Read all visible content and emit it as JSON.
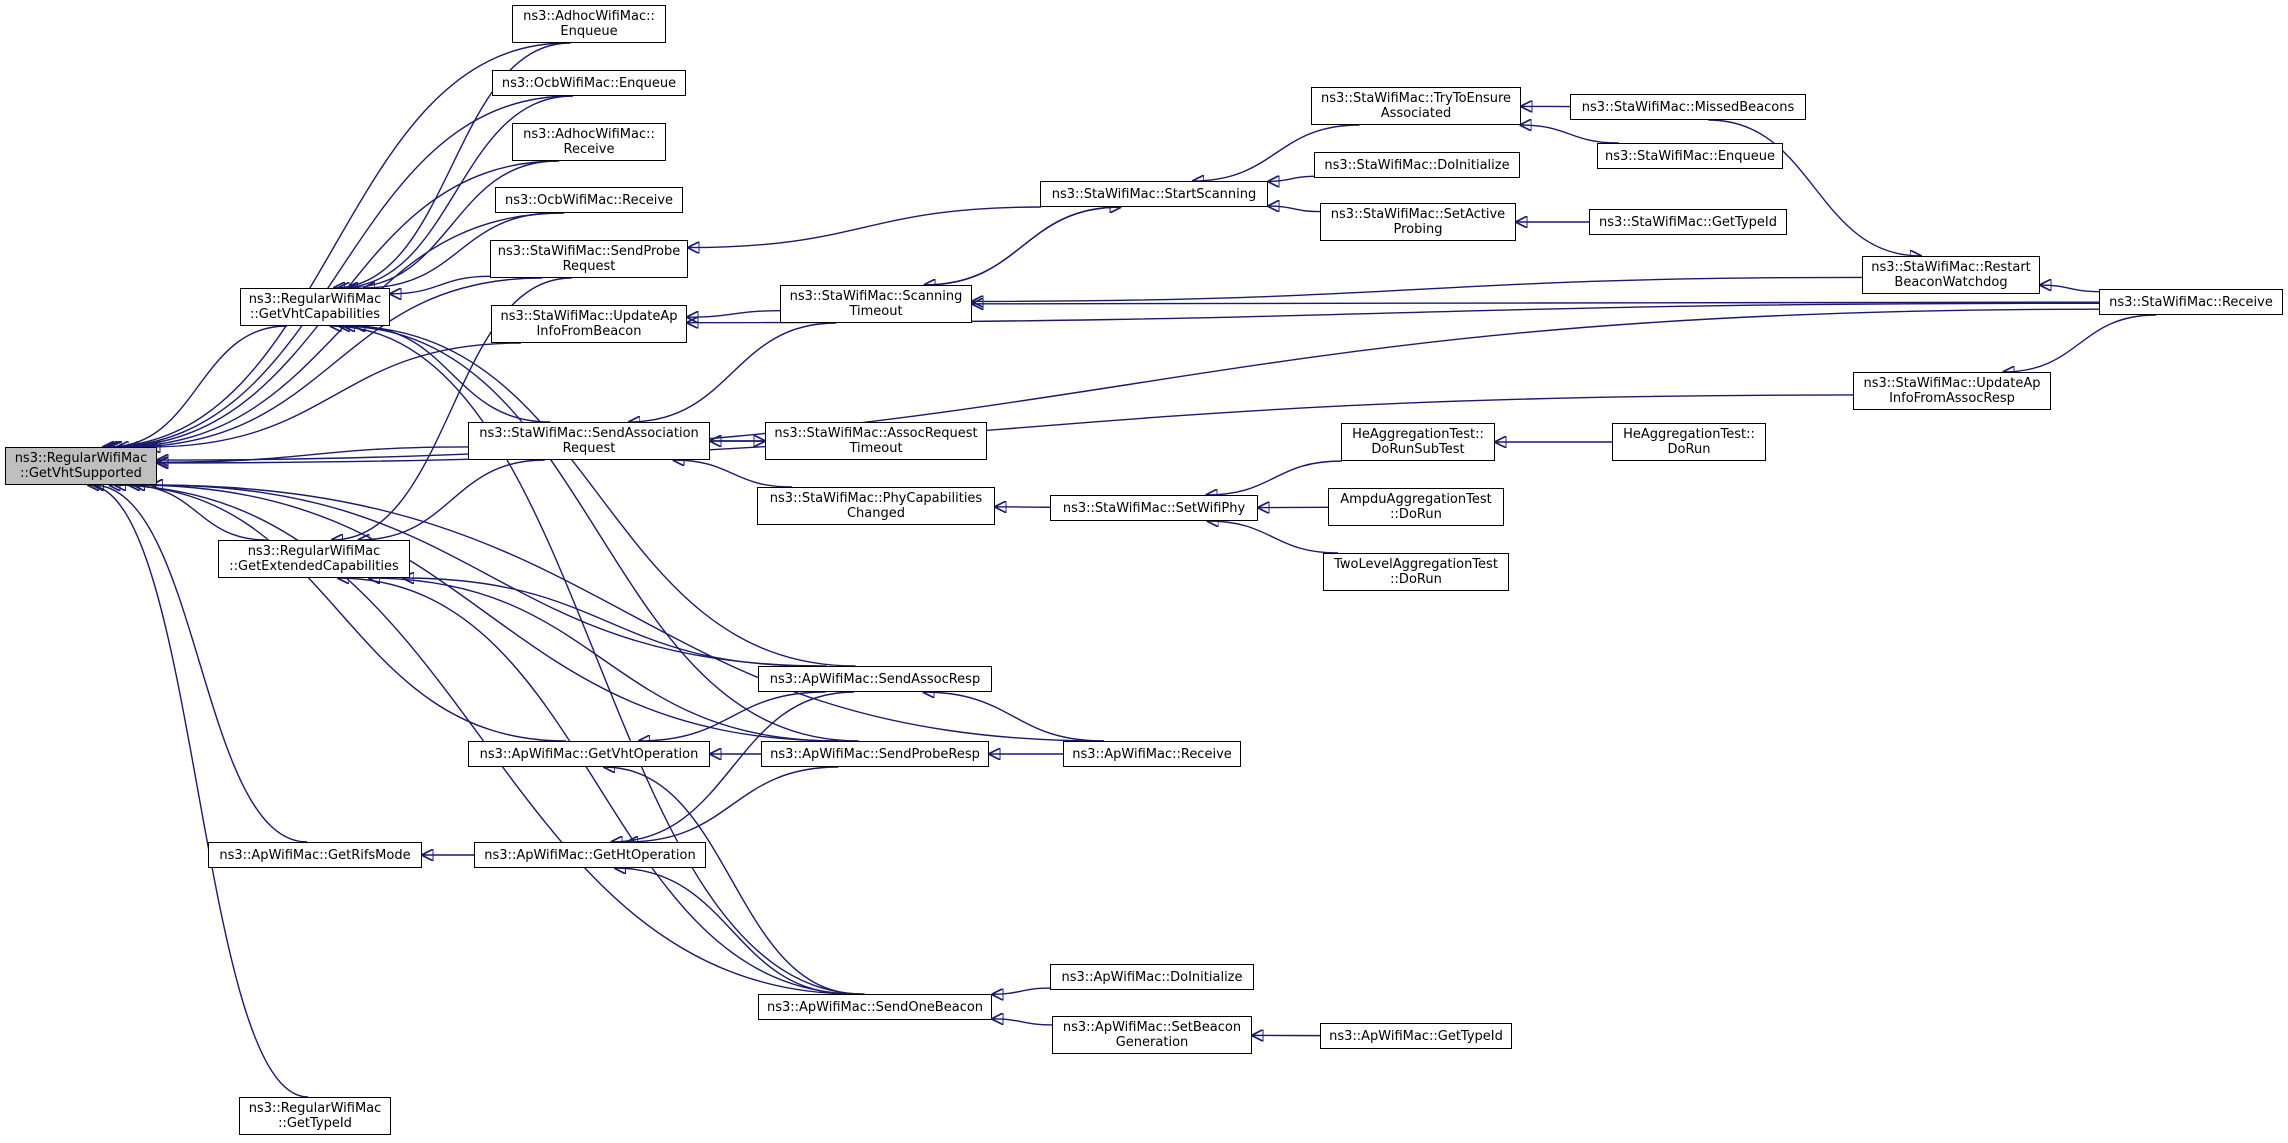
{
  "colors": {
    "edge": "#191970",
    "root_fill": "#bfbfbf",
    "node_fill": "#ffffff",
    "node_border": "#000000"
  },
  "nodes": {
    "n_root": [
      "ns3::RegularWifiMac",
      "::GetVhtSupported"
    ],
    "n_getvhtcap": [
      "ns3::RegularWifiMac",
      "::GetVhtCapabilities"
    ],
    "n_getextcap": [
      "ns3::RegularWifiMac",
      "::GetExtendedCapabilities"
    ],
    "n_regtypeid": [
      "ns3::RegularWifiMac",
      "::GetTypeId"
    ],
    "n_adhocenq": [
      "ns3::AdhocWifiMac::",
      "Enqueue"
    ],
    "n_ocbenq": [
      "ns3::OcbWifiMac::Enqueue"
    ],
    "n_adhocrecv": [
      "ns3::AdhocWifiMac::",
      "Receive"
    ],
    "n_ocbrecv": [
      "ns3::OcbWifiMac::Receive"
    ],
    "n_sendprobe": [
      "ns3::StaWifiMac::SendProbe",
      "Request"
    ],
    "n_updateapbeacon": [
      "ns3::StaWifiMac::UpdateAp",
      "InfoFromBeacon"
    ],
    "n_sendassoc": [
      "ns3::StaWifiMac::SendAssociation",
      "Request"
    ],
    "n_getvhtop": [
      "ns3::ApWifiMac::GetVhtOperation"
    ],
    "n_getrifs": [
      "ns3::ApWifiMac::GetRifsMode"
    ],
    "n_gethtop": [
      "ns3::ApWifiMac::GetHtOperation"
    ],
    "n_scantimeout": [
      "ns3::StaWifiMac::Scanning",
      "Timeout"
    ],
    "n_assoctimeout": [
      "ns3::StaWifiMac::AssocRequest",
      "Timeout"
    ],
    "n_phycap": [
      "ns3::StaWifiMac::PhyCapabilities",
      "Changed"
    ],
    "n_sendassocresp": [
      "ns3::ApWifiMac::SendAssocResp"
    ],
    "n_sendproberesp": [
      "ns3::ApWifiMac::SendProbeResp"
    ],
    "n_sendonebeacon": [
      "ns3::ApWifiMac::SendOneBeacon"
    ],
    "n_startscan": [
      "ns3::StaWifiMac::StartScanning"
    ],
    "n_setwifiphy": [
      "ns3::StaWifiMac::SetWifiPhy"
    ],
    "n_aprecv": [
      "ns3::ApWifiMac::Receive"
    ],
    "n_apdoinit": [
      "ns3::ApWifiMac::DoInitialize"
    ],
    "n_setbeacongen": [
      "ns3::ApWifiMac::SetBeacon",
      "Generation"
    ],
    "n_trytoensure": [
      "ns3::StaWifiMac::TryToEnsure",
      "Associated"
    ],
    "n_stadoinit": [
      "ns3::StaWifiMac::DoInitialize"
    ],
    "n_setactiveprobing": [
      "ns3::StaWifiMac::SetActive",
      "Probing"
    ],
    "n_hesubtest": [
      "HeAggregationTest::",
      "DoRunSubTest"
    ],
    "n_ampdu": [
      "AmpduAggregationTest",
      "::DoRun"
    ],
    "n_twolevel": [
      "TwoLevelAggregationTest",
      "::DoRun"
    ],
    "n_aptypeid": [
      "ns3::ApWifiMac::GetTypeId"
    ],
    "n_missedbeacons": [
      "ns3::StaWifiMac::MissedBeacons"
    ],
    "n_staenqueue": [
      "ns3::StaWifiMac::Enqueue"
    ],
    "n_statypeid": [
      "ns3::StaWifiMac::GetTypeId"
    ],
    "n_restartwd": [
      "ns3::StaWifiMac::Restart",
      "BeaconWatchdog"
    ],
    "n_updateapassoc": [
      "ns3::StaWifiMac::UpdateAp",
      "InfoFromAssocResp"
    ],
    "n_hedorun": [
      "HeAggregationTest::",
      "DoRun"
    ],
    "n_starecv": [
      "ns3::StaWifiMac::Receive"
    ]
  },
  "edges": [
    [
      "n_getvhtcap",
      "n_root"
    ],
    [
      "n_getextcap",
      "n_root"
    ],
    [
      "n_regtypeid",
      "n_root"
    ],
    [
      "n_adhocenq",
      "n_root"
    ],
    [
      "n_ocbenq",
      "n_root"
    ],
    [
      "n_adhocrecv",
      "n_root"
    ],
    [
      "n_ocbrecv",
      "n_root"
    ],
    [
      "n_sendprobe",
      "n_root"
    ],
    [
      "n_updateapbeacon",
      "n_root"
    ],
    [
      "n_sendassoc",
      "n_root"
    ],
    [
      "n_getvhtop",
      "n_root"
    ],
    [
      "n_getrifs",
      "n_root"
    ],
    [
      "n_sendassocresp",
      "n_root"
    ],
    [
      "n_sendproberesp",
      "n_root"
    ],
    [
      "n_sendonebeacon",
      "n_root"
    ],
    [
      "n_aprecv",
      "n_root"
    ],
    [
      "n_updateapassoc",
      "n_root"
    ],
    [
      "n_starecv",
      "n_root"
    ],
    [
      "n_adhocenq",
      "n_getvhtcap"
    ],
    [
      "n_ocbenq",
      "n_getvhtcap"
    ],
    [
      "n_adhocrecv",
      "n_getvhtcap"
    ],
    [
      "n_ocbrecv",
      "n_getvhtcap"
    ],
    [
      "n_sendprobe",
      "n_getvhtcap"
    ],
    [
      "n_sendassoc",
      "n_getvhtcap"
    ],
    [
      "n_sendassocresp",
      "n_getvhtcap"
    ],
    [
      "n_sendproberesp",
      "n_getvhtcap"
    ],
    [
      "n_sendonebeacon",
      "n_getvhtcap"
    ],
    [
      "n_sendprobe",
      "n_getextcap"
    ],
    [
      "n_sendassoc",
      "n_getextcap"
    ],
    [
      "n_sendassocresp",
      "n_getextcap"
    ],
    [
      "n_sendproberesp",
      "n_getextcap"
    ],
    [
      "n_sendonebeacon",
      "n_getextcap"
    ],
    [
      "n_startscan",
      "n_sendprobe"
    ],
    [
      "n_scantimeout",
      "n_updateapbeacon"
    ],
    [
      "n_starecv",
      "n_updateapbeacon"
    ],
    [
      "n_scantimeout",
      "n_sendassoc"
    ],
    [
      "n_assoctimeout",
      "n_sendassoc"
    ],
    [
      "n_phycap",
      "n_sendassoc"
    ],
    [
      "n_sendassocresp",
      "n_getvhtop"
    ],
    [
      "n_sendproberesp",
      "n_getvhtop"
    ],
    [
      "n_sendonebeacon",
      "n_getvhtop"
    ],
    [
      "n_gethtop",
      "n_getrifs"
    ],
    [
      "n_sendassocresp",
      "n_gethtop"
    ],
    [
      "n_sendproberesp",
      "n_gethtop"
    ],
    [
      "n_sendonebeacon",
      "n_gethtop"
    ],
    [
      "n_startscan",
      "n_scantimeout"
    ],
    [
      "n_restartwd",
      "n_scantimeout"
    ],
    [
      "n_starecv",
      "n_scantimeout"
    ],
    [
      "n_sendassoc",
      "n_assoctimeout"
    ],
    [
      "n_setwifiphy",
      "n_phycap"
    ],
    [
      "n_aprecv",
      "n_sendassocresp"
    ],
    [
      "n_aprecv",
      "n_sendproberesp"
    ],
    [
      "n_apdoinit",
      "n_sendonebeacon"
    ],
    [
      "n_setbeacongen",
      "n_sendonebeacon"
    ],
    [
      "n_scantimeout",
      "n_startscan"
    ],
    [
      "n_trytoensure",
      "n_startscan"
    ],
    [
      "n_stadoinit",
      "n_startscan"
    ],
    [
      "n_setactiveprobing",
      "n_startscan"
    ],
    [
      "n_hesubtest",
      "n_setwifiphy"
    ],
    [
      "n_ampdu",
      "n_setwifiphy"
    ],
    [
      "n_twolevel",
      "n_setwifiphy"
    ],
    [
      "n_aptypeid",
      "n_setbeacongen"
    ],
    [
      "n_missedbeacons",
      "n_trytoensure"
    ],
    [
      "n_staenqueue",
      "n_trytoensure"
    ],
    [
      "n_statypeid",
      "n_setactiveprobing"
    ],
    [
      "n_hedorun",
      "n_hesubtest"
    ],
    [
      "n_missedbeacons",
      "n_restartwd"
    ],
    [
      "n_starecv",
      "n_restartwd"
    ],
    [
      "n_starecv",
      "n_updateapassoc"
    ]
  ]
}
